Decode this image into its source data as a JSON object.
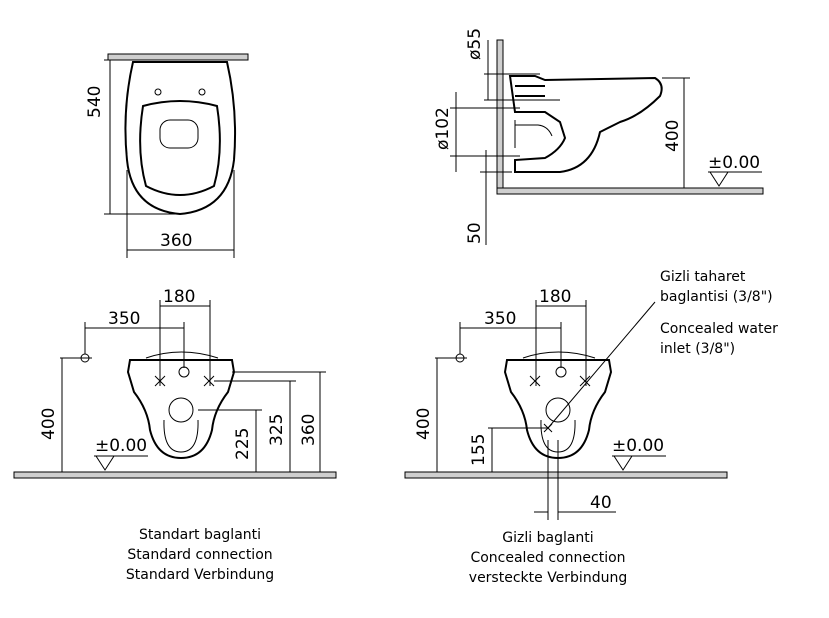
{
  "top_view": {
    "width": "360",
    "depth": "540"
  },
  "side_view": {
    "outlet_dia": "ø102",
    "inlet_dia": "ø55",
    "height": "400",
    "wall_gap": "50",
    "level": "±0.00"
  },
  "front_standard": {
    "d180": "180",
    "d350": "350",
    "d400": "400",
    "d225": "225",
    "d325": "325",
    "d360": "360",
    "level": "±0.00",
    "caption": [
      "Standart baglanti",
      "Standard connection",
      "Standard Verbindung"
    ]
  },
  "front_concealed": {
    "d180": "180",
    "d350": "350",
    "d400": "400",
    "d155": "155",
    "d40": "40",
    "level": "±0.00",
    "note": [
      "Gizli taharet",
      "baglantisi (3/8\")",
      "Concealed water",
      "inlet (3/8\")"
    ],
    "caption": [
      "Gizli baglanti",
      "Concealed connection",
      "versteckte Verbindung"
    ]
  }
}
